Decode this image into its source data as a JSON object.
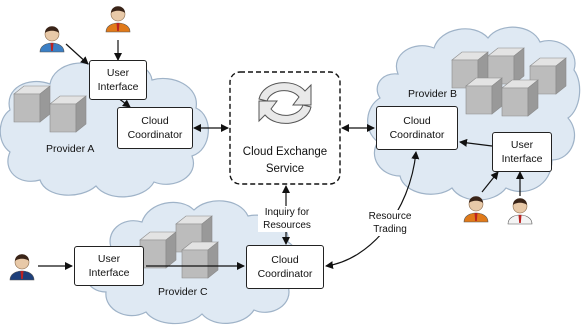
{
  "exchange": {
    "label": "Cloud Exchange\nService"
  },
  "providers": {
    "a": {
      "name": "Provider A",
      "coordinator": "Cloud\nCoordinator",
      "ui": "User\nInterface"
    },
    "b": {
      "name": "Provider B",
      "coordinator": "Cloud\nCoordinator",
      "ui": "User\nInterface"
    },
    "c": {
      "name": "Provider C",
      "coordinator": "Cloud\nCoordinator",
      "ui": "User\nInterface"
    }
  },
  "edges": {
    "inquiry": "Inquiry for\nResources",
    "trading": "Resource\nTrading"
  },
  "colors": {
    "cloud_fill": "#dfe9f3",
    "cloud_stroke": "#9fb3c8",
    "cube_top": "#e3e3e3",
    "cube_front": "#bcbcbc",
    "cube_side": "#999999",
    "user_blue": "#3b7fc4",
    "user_orange": "#e07a1a",
    "user_white": "#f4f4f4",
    "user_navy": "#1e3f7a"
  },
  "icons": [
    "user-icon",
    "server-cube-icon",
    "cycle-arrows-icon"
  ]
}
